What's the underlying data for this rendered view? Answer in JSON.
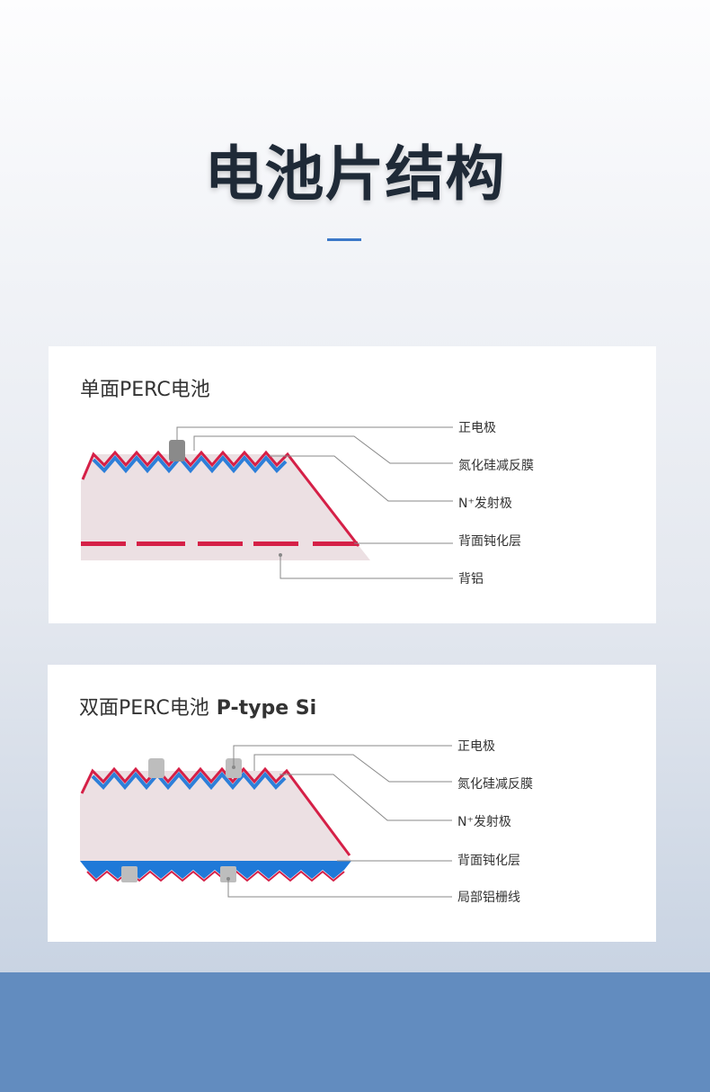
{
  "title": "电池片结构",
  "colors": {
    "accent": "#3c78c8",
    "band": "#628cbf",
    "silicon": "#ece0e3",
    "red_layer": "#d52047",
    "blue_layer": "#1f79d8",
    "electrode": "#909090"
  },
  "diagrams": [
    {
      "title": "单面PERC电池",
      "title_bold": "",
      "labels": [
        "正电极",
        "氮化硅减反膜",
        "N⁺发射极",
        "背面钝化层",
        "背铝"
      ]
    },
    {
      "title": "双面PERC电池",
      "title_bold": "P-type Si",
      "labels": [
        "正电极",
        "氮化硅减反膜",
        "N⁺发射极",
        "背面钝化层",
        "局部铝栅线"
      ]
    }
  ]
}
